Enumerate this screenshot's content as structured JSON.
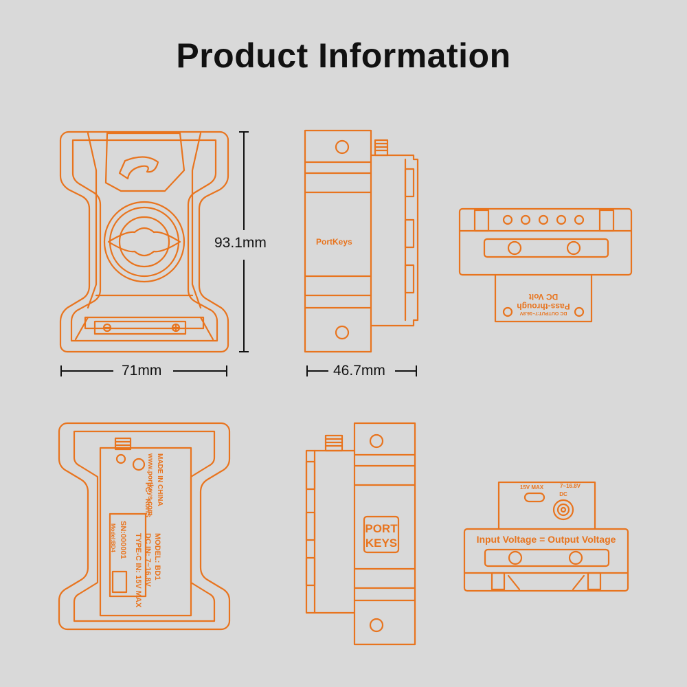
{
  "page": {
    "title": "Product Information"
  },
  "dimensions": {
    "height": "93.1mm",
    "width": "71mm",
    "depth": "46.7mm"
  },
  "labels": {
    "brand_side": "PortKeys",
    "port_line1": "PORT",
    "port_line2": "KEYS",
    "pass_through_line1": "Pass-through",
    "pass_through_line2": "DC Volt",
    "dc_output": "DC OUTPUT:7~16.8V",
    "input_output": "Input Voltage = Output Voltage",
    "max_15v": "15V MAX",
    "dc_range": "7~16.8V",
    "dc": "DC",
    "made_in": "MADE IN CHINA",
    "website": "www.portkeys.com",
    "model": "MODEL: BD1",
    "dc_in": "DC IN: 7~16.8V",
    "type_c": "TYPE-C IN: 15V MAX",
    "sn": "SN:000001",
    "model_small": "Model:BD4",
    "fc": "FC",
    "rohs": "RoHS"
  },
  "colors": {
    "outline": "#e8741e",
    "background": "#d9d9d9",
    "text": "#111111"
  }
}
